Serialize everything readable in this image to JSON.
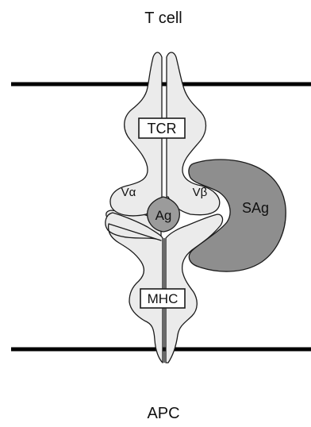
{
  "labels": {
    "top_cell": "T cell",
    "bottom_cell": "APC",
    "tcr": "TCR",
    "mhc": "MHC",
    "v_alpha": "Vα",
    "v_beta": "Vβ",
    "antigen": "Ag",
    "superantigen": "SAg"
  },
  "colors": {
    "membrane": "#000000",
    "receptor_fill": "#ebebeb",
    "receptor_stroke": "#1a1a1a",
    "antigen_fill": "#9b9b9b",
    "superantigen_fill": "#8e8e8e",
    "box_fill": "#ffffff"
  }
}
